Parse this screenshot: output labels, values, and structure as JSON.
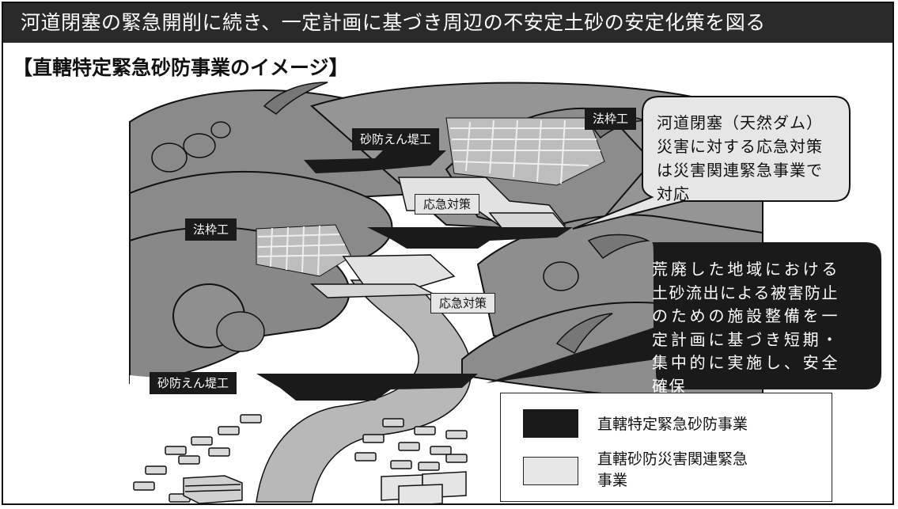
{
  "header": {
    "title": "河道閉塞の緊急開削に続き、一定計画に基づき周辺の不安定土砂の安定化策を図る"
  },
  "subtitle": "【直轄特定緊急砂防事業のイメージ】",
  "labels": {
    "sabo_dam_upper": "砂防えん堤工",
    "sabo_dam_lower": "砂防えん堤工",
    "slope_frame_upper": "法枠工",
    "slope_frame_lower": "法枠工",
    "emergency_upper": "応急対策",
    "emergency_lower": "応急対策"
  },
  "callouts": {
    "light": "河道閉塞（天然ダム）災害に対する応急対策は災害関連緊急事業で対応",
    "dark": "荒廃した地域における土砂流出による被害防止のための施設整備を一定計画に基づき短期・集中的に実施し、安全確保"
  },
  "legend": {
    "dark_label": "直轄特定緊急砂防事業",
    "light_label": "直轄砂防災害関連緊急事業"
  },
  "colors": {
    "dark": "#1a1a1a",
    "light_fill": "#e6e6e6",
    "mountain": "#8e8e8e",
    "river": "#b8b8b8"
  }
}
